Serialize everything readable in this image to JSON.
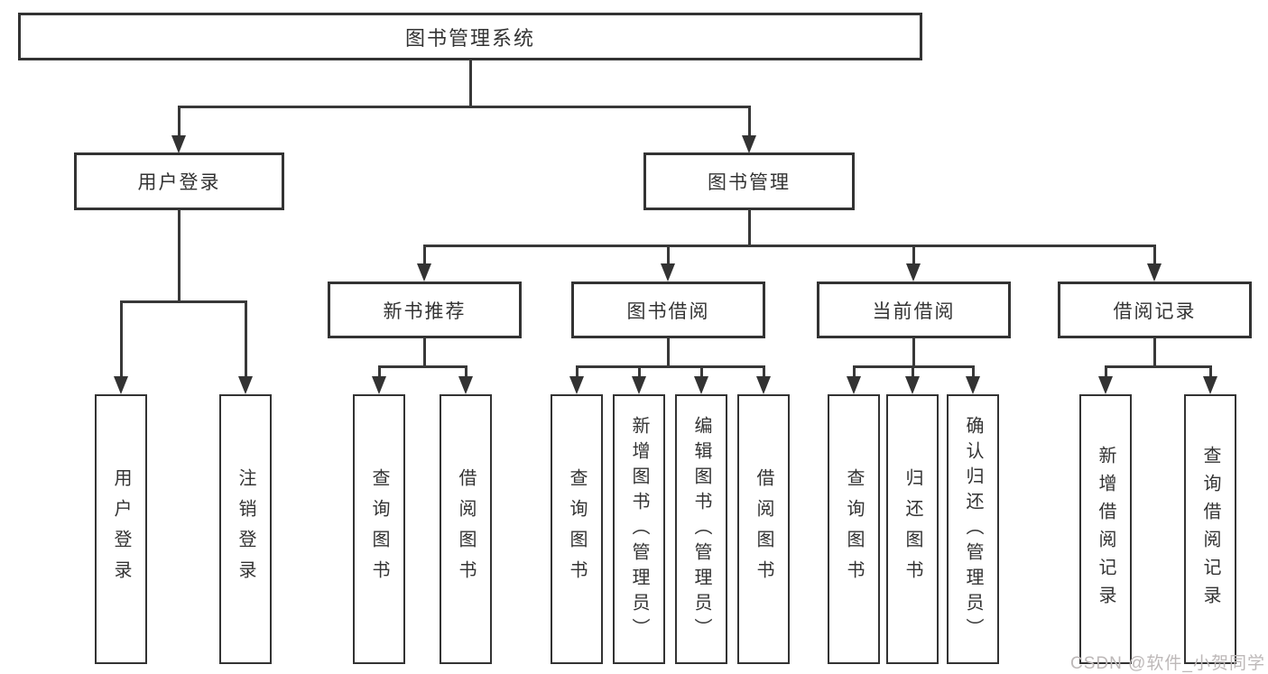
{
  "diagram": {
    "root": "图书管理系统",
    "user_login": {
      "label": "用户登录",
      "children": [
        "用户登录",
        "注销登录"
      ]
    },
    "book_management": {
      "label": "图书管理",
      "modules": {
        "new_book_recommend": {
          "label": "新书推荐",
          "children": [
            "查询图书",
            "借阅图书"
          ]
        },
        "book_borrowing": {
          "label": "图书借阅",
          "children": [
            "查询图书",
            "新增图书（管理员）",
            "编辑图书（管理员）",
            "借阅图书"
          ]
        },
        "current_borrowing": {
          "label": "当前借阅",
          "children": [
            "查询图书",
            "归还图书",
            "确认归还（管理员）"
          ]
        },
        "borrowing_records": {
          "label": "借阅记录",
          "children": [
            "新增借阅记录",
            "查询借阅记录"
          ]
        }
      }
    }
  },
  "line_color": "#383838",
  "watermark": "CSDN @软件_小贺同学"
}
